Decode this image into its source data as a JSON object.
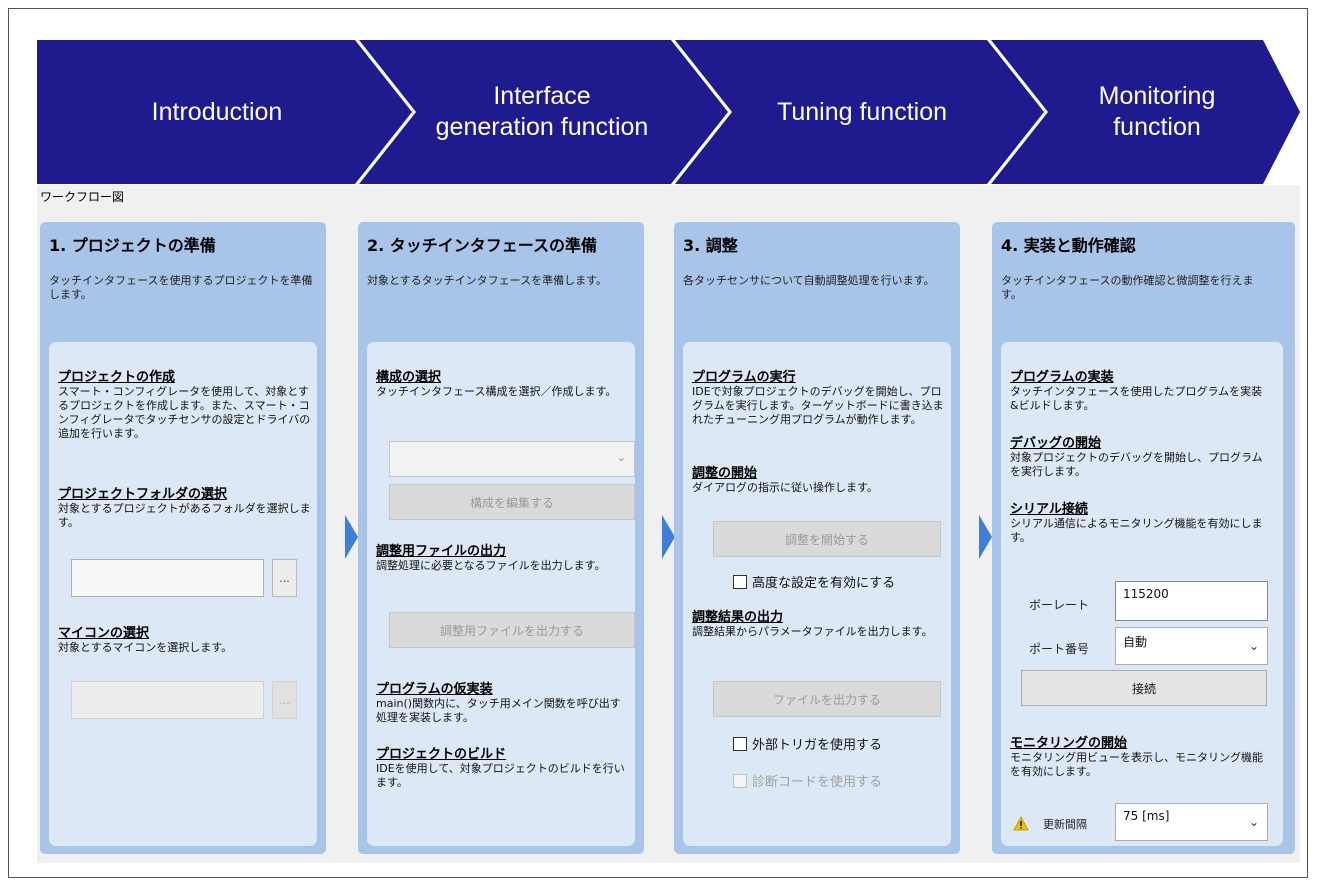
{
  "stages": [
    {
      "label": "Introduction"
    },
    {
      "label": "Interface generation function"
    },
    {
      "label": "Tuning function"
    },
    {
      "label": "Monitoring function"
    }
  ],
  "workflow_caption": "ワークフロー図",
  "colors": {
    "banner": "#201a8f",
    "panel": "#a8c5e9",
    "inner": "#dde8f6",
    "arrow": "#3f7fd6"
  },
  "panel1": {
    "title": "1. プロジェクトの準備",
    "desc": "タッチインタフェースを使用するプロジェクトを準備します。",
    "steps": [
      {
        "title": "プロジェクトの作成",
        "desc": "スマート・コンフィグレータを使用して、対象とするプロジェクトを作成します。また、スマート・コンフィグレータでタッチセンサの設定とドライバの追加を行います。"
      },
      {
        "title": "プロジェクトフォルダの選択",
        "desc": "対象とするプロジェクトがあるフォルダを選択します。"
      },
      {
        "title": "マイコンの選択",
        "desc": "対象とするマイコンを選択します。"
      }
    ],
    "browse_label": "...",
    "mcu_browse_label": "..."
  },
  "panel2": {
    "title": "2. タッチインタフェースの準備",
    "desc": "対象とするタッチインタフェースを準備します。",
    "steps": [
      {
        "title": "構成の選択",
        "desc": "タッチインタフェース構成を選択／作成します。"
      },
      {
        "title": "調整用ファイルの出力",
        "desc": "調整処理に必要となるファイルを出力します。"
      },
      {
        "title": "プログラムの仮実装",
        "desc": "main()関数内に、タッチ用メイン関数を呼び出す処理を実装します。"
      },
      {
        "title": "プロジェクトのビルド",
        "desc": "IDEを使用して、対象プロジェクトのビルドを行います。"
      }
    ],
    "edit_config_button": "構成を編集する",
    "output_tuning_file_button": "調整用ファイルを出力する"
  },
  "panel3": {
    "title": "3. 調整",
    "desc": "各タッチセンサについて自動調整処理を行います。",
    "steps": [
      {
        "title": "プログラムの実行",
        "desc": "IDEで対象プロジェクトのデバッグを開始し、プログラムを実行します。ターゲットボードに書き込まれたチューニング用プログラムが動作します。"
      },
      {
        "title": "調整の開始",
        "desc": "ダイアログの指示に従い操作します。"
      },
      {
        "title": "調整結果の出力",
        "desc": "調整結果からパラメータファイルを出力します。"
      }
    ],
    "start_tuning_button": "調整を開始する",
    "advanced_checkbox": "高度な設定を有効にする",
    "output_file_button": "ファイルを出力する",
    "external_trigger_checkbox": "外部トリガを使用する",
    "diagnostic_code_checkbox": "診断コードを使用する"
  },
  "panel4": {
    "title": "4. 実装と動作確認",
    "desc": "タッチインタフェースの動作確認と微調整を行えます。",
    "steps": [
      {
        "title": "プログラムの実装",
        "desc": "タッチインタフェースを使用したプログラムを実装&ビルドします。"
      },
      {
        "title": "デバッグの開始",
        "desc": "対象プロジェクトのデバッグを開始し、プログラムを実行します。"
      },
      {
        "title": "シリアル接続",
        "desc": "シリアル通信によるモニタリング機能を有効にします。"
      },
      {
        "title": "モニタリングの開始",
        "desc": "モニタリング用ビューを表示し、モニタリング機能を有効にします。"
      }
    ],
    "baud_label": "ボーレート",
    "baud_value": "115200",
    "port_label": "ポート番号",
    "port_value": "自動",
    "connect_button": "接続",
    "interval_label": "更新間隔",
    "interval_value": "75 [ms]"
  }
}
